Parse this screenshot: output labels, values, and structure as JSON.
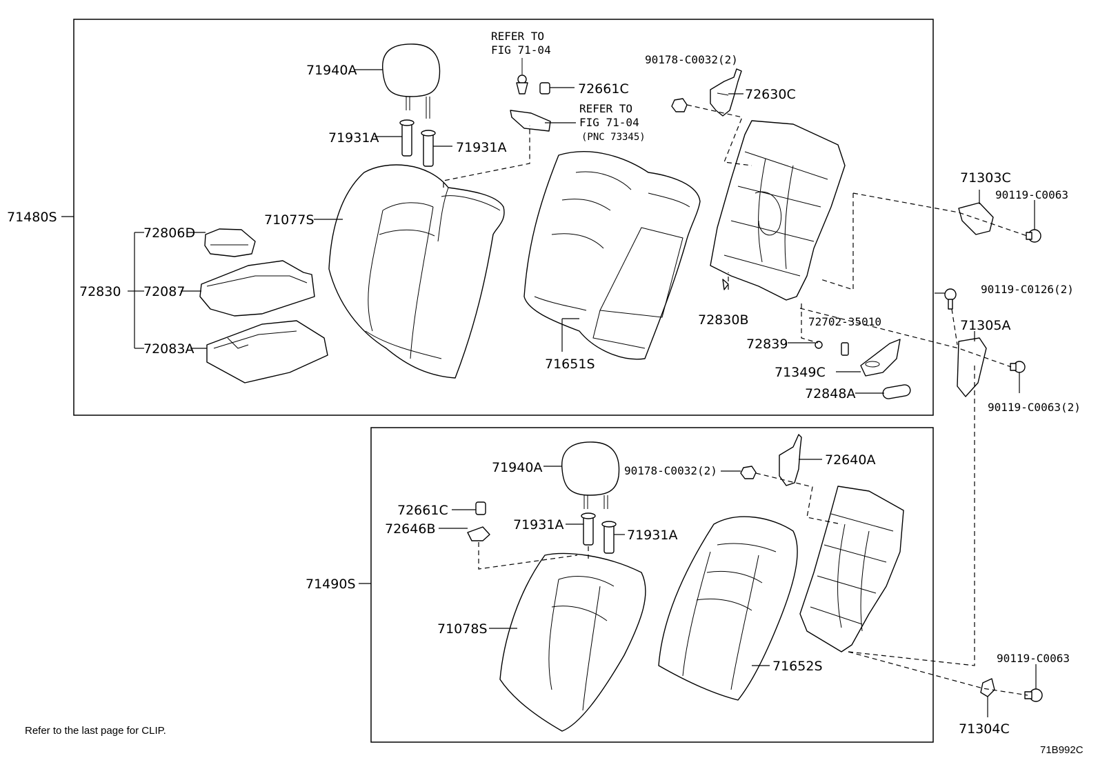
{
  "note": "Refer to the last page for CLIP.",
  "figure_code": "71B992C",
  "upper_group": {
    "assembly": "71480S",
    "headrest": "71940A",
    "guide_left": "71931A",
    "guide_right": "71931A",
    "refer_fig_1": [
      "REFER TO",
      "FIG 71-04"
    ],
    "cap": "72661C",
    "refer_fig_2": [
      "REFER TO",
      "FIG 71-04",
      "(PNC 73345)"
    ],
    "cover": "71077S",
    "pad": "71651S",
    "armrest_group": "72830",
    "cup_holder": "72806D",
    "armrest_cover": "72087",
    "armrest_base": "72083A",
    "nut": "90178-C0032(2)",
    "hinge": "72630C",
    "frame_pin": "72830B",
    "hole_plug": "72839",
    "bolt_part": "72702-35010",
    "bracket": "71349C",
    "bracket_plug": "72848A"
  },
  "side_parts": {
    "hinge_upper": "71303C",
    "bolt_1": "90119-C0063",
    "bolt_2": "90119-C0126(2)",
    "hinge_center": "71305A",
    "bolt_3": "90119-C0063(2)",
    "bolt_4": "90119-C0063",
    "hinge_lower": "71304C"
  },
  "lower_group": {
    "assembly": "71490S",
    "headrest": "71940A",
    "nut": "90178-C0032(2)",
    "hinge": "72640A",
    "cap": "72661C",
    "holder": "72646B",
    "guide_left": "71931A",
    "guide_right": "71931A",
    "cover": "71078S",
    "pad": "71652S"
  }
}
